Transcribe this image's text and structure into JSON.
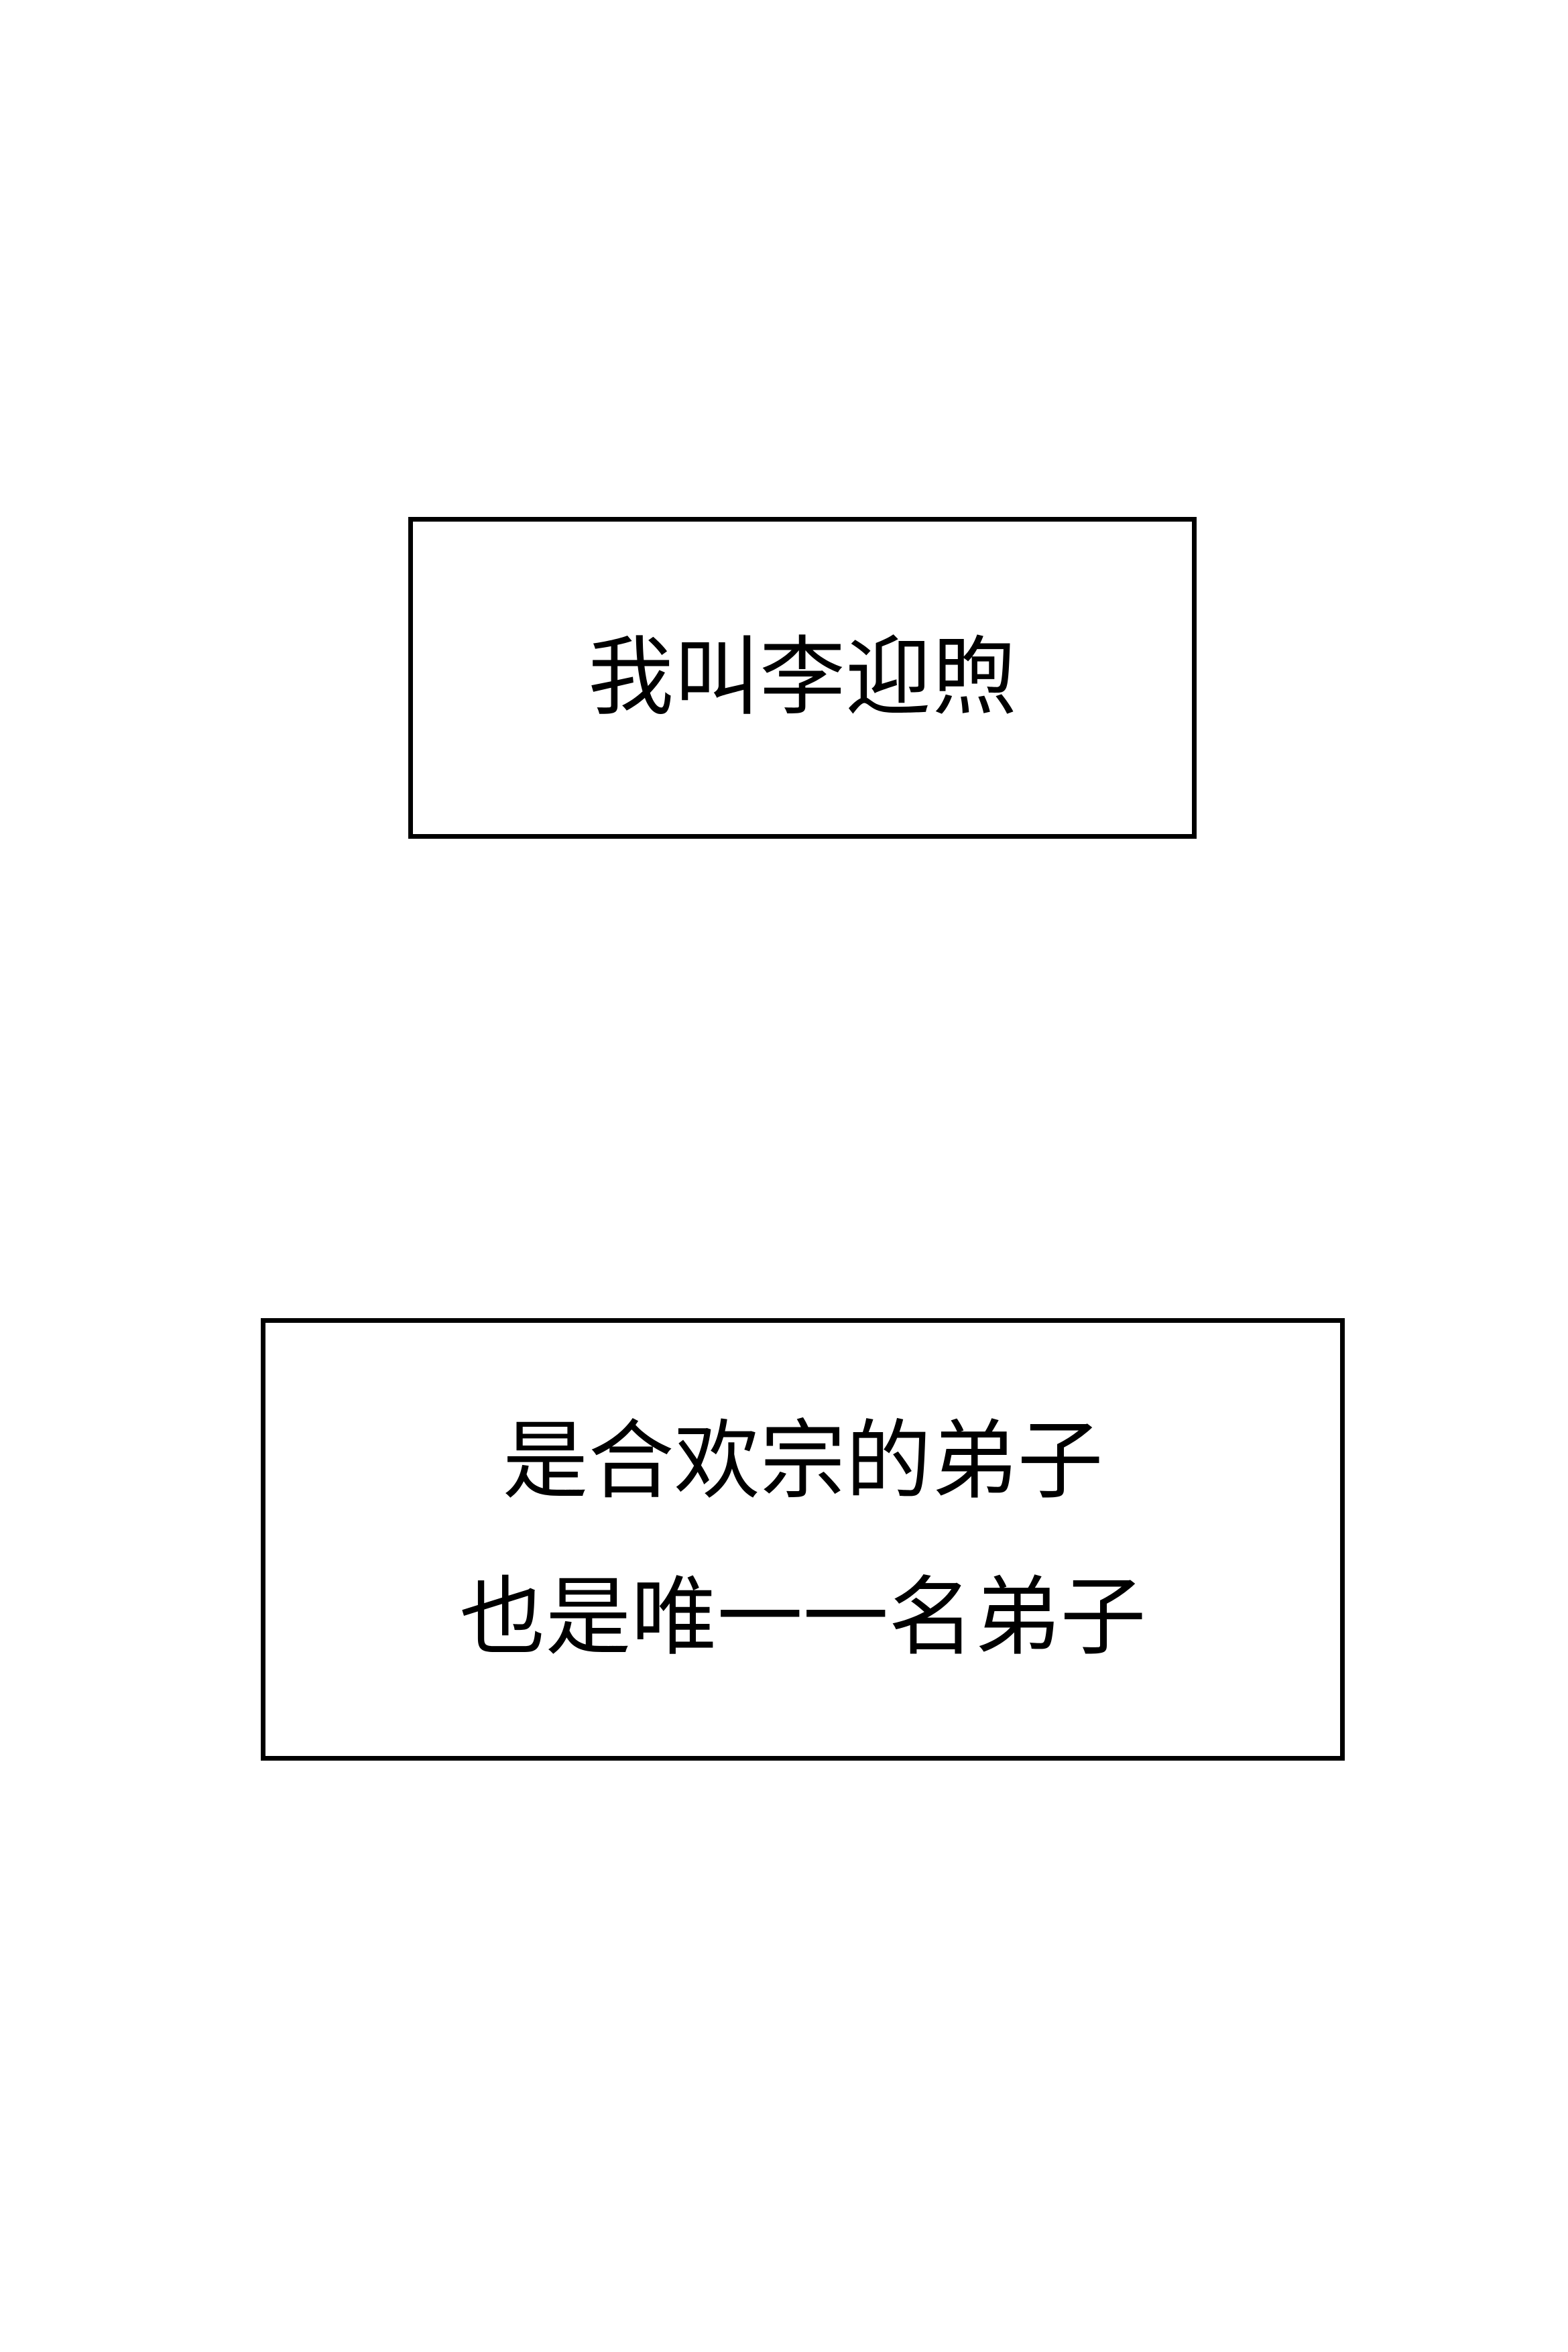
{
  "caption_1": {
    "lines": [
      "我叫李迎煦"
    ]
  },
  "caption_2": {
    "lines": [
      "是合欢宗的弟子",
      "也是唯一一名弟子"
    ]
  }
}
